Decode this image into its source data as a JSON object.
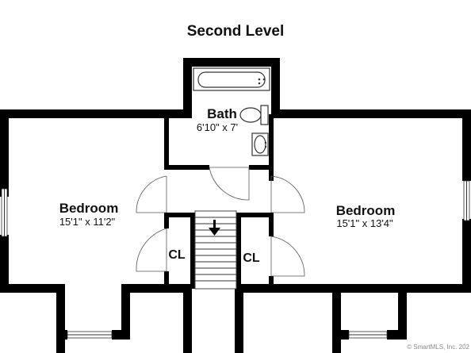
{
  "plan": {
    "title": "Second Level",
    "rooms": [
      {
        "name": "Bath",
        "dimensions": "6'10\" x 7'"
      },
      {
        "name": "Bedroom",
        "dimensions": "15'1\" x 11'2\""
      },
      {
        "name": "Bedroom",
        "dimensions": "15'1\" x 13'4\""
      }
    ],
    "closets": [
      "CL",
      "CL"
    ],
    "watermark": "© SmartMLS, Inc. 202"
  }
}
